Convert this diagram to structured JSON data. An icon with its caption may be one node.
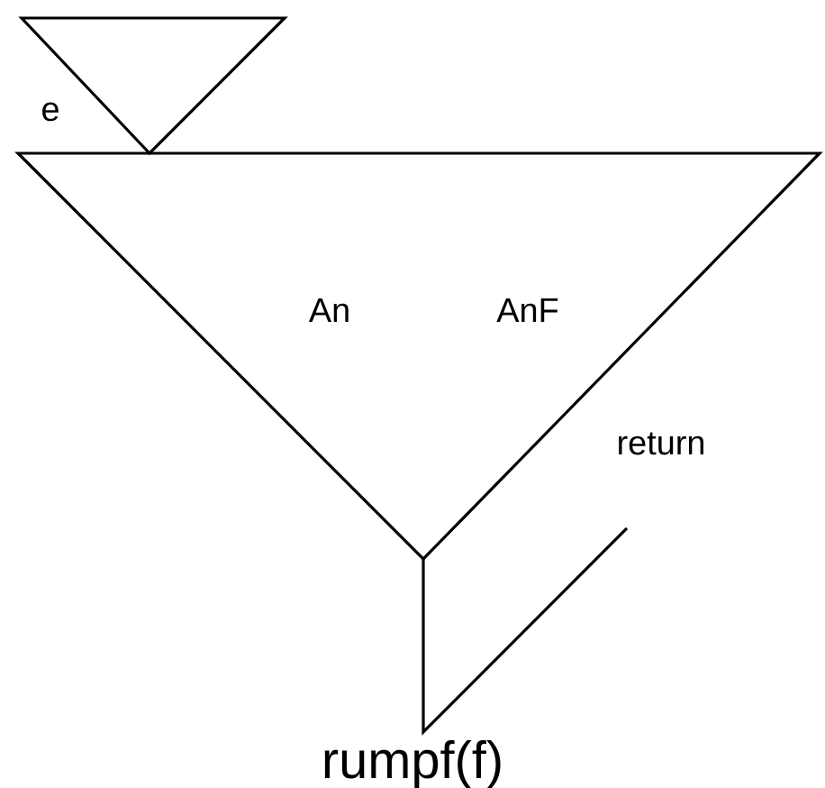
{
  "diagram": {
    "nodes": [
      {
        "text": [],
        "shape": "triangle"
      },
      {
        "text": [
          "An",
          "AnF"
        ]
      }
    ],
    "labels": [
      "e",
      "return",
      "rumpf(f)"
    ]
  }
}
